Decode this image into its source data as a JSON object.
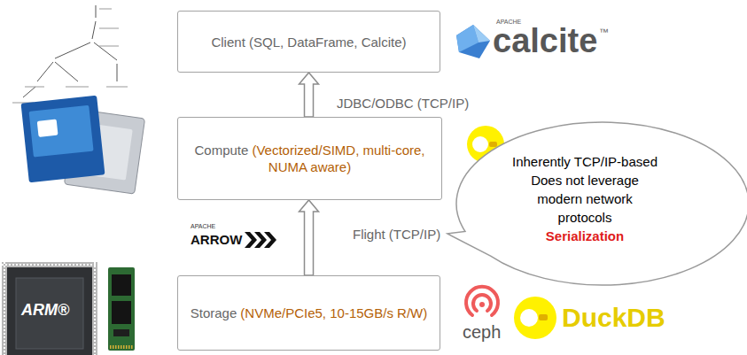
{
  "diagram": {
    "nodes": [
      {
        "text": [
          "Client (SQL, DataFrame, Calcite)"
        ]
      },
      {
        "text": [
          "Compute",
          "(Vectorized/SIMD, multi-core, NUMA aware)"
        ]
      },
      {
        "text": [
          "Inherently TCP/IP-based Does not leverage modern network protocols",
          "Serialization"
        ]
      },
      {
        "text": [
          "Storage",
          "(NVMe/PCIe5, 10-15GB/s R/W)"
        ]
      }
    ],
    "edges": [
      {
        "from": 1,
        "to": 0,
        "arrow": "to",
        "label": "JDBC/ODBC (TCP/IP)"
      },
      {
        "from": 3,
        "to": 1,
        "arrow": "to",
        "label": "Flight (TCP/IP)"
      }
    ],
    "labels": [
      "APACHE",
      "calcite",
      "™",
      "APACHE",
      "ARROW",
      "ARM®",
      "ceph",
      "DuckDB"
    ]
  }
}
